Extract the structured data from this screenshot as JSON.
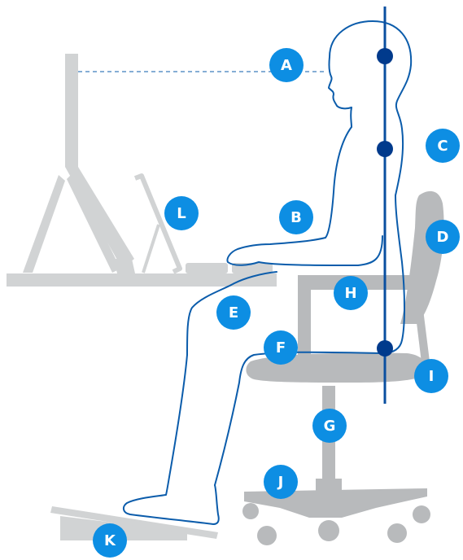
{
  "colors": {
    "furniture": "#d1d3d4",
    "chair": "#b8babc",
    "outline": "#0b5cab",
    "badge": "#0d8ee3",
    "joint": "#003a8c",
    "plumb": "#0a4fa0"
  },
  "labels": {
    "a": "A",
    "b": "B",
    "c": "C",
    "d": "D",
    "e": "E",
    "f": "F",
    "g": "G",
    "h": "H",
    "i": "I",
    "j": "J",
    "k": "K",
    "l": "L"
  }
}
